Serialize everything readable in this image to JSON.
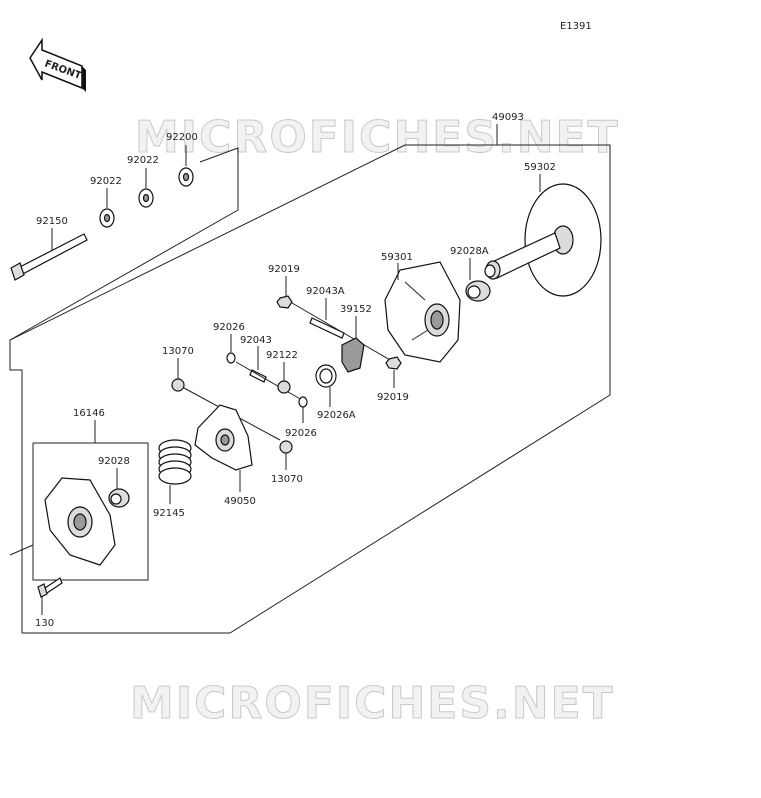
{
  "diagram_code": "E1391",
  "front_label": "FRONT",
  "watermark": "MICROFICHES.NET",
  "parts": {
    "p49093": "49093",
    "p59302": "59302",
    "p92028A": "92028A",
    "p59301": "59301",
    "p92200": "92200",
    "p92022a": "92022",
    "p92022b": "92022",
    "p92150": "92150",
    "p92019a": "92019",
    "p92043A": "92043A",
    "p39152": "39152",
    "p92026a": "92026",
    "p92043": "92043",
    "p92122": "92122",
    "p13070a": "13070",
    "p92026A": "92026A",
    "p92019b": "92019",
    "p92026b": "92026",
    "p16146": "16146",
    "p92028": "92028",
    "p13070b": "13070",
    "p49050": "49050",
    "p92145": "92145",
    "p130": "130"
  }
}
